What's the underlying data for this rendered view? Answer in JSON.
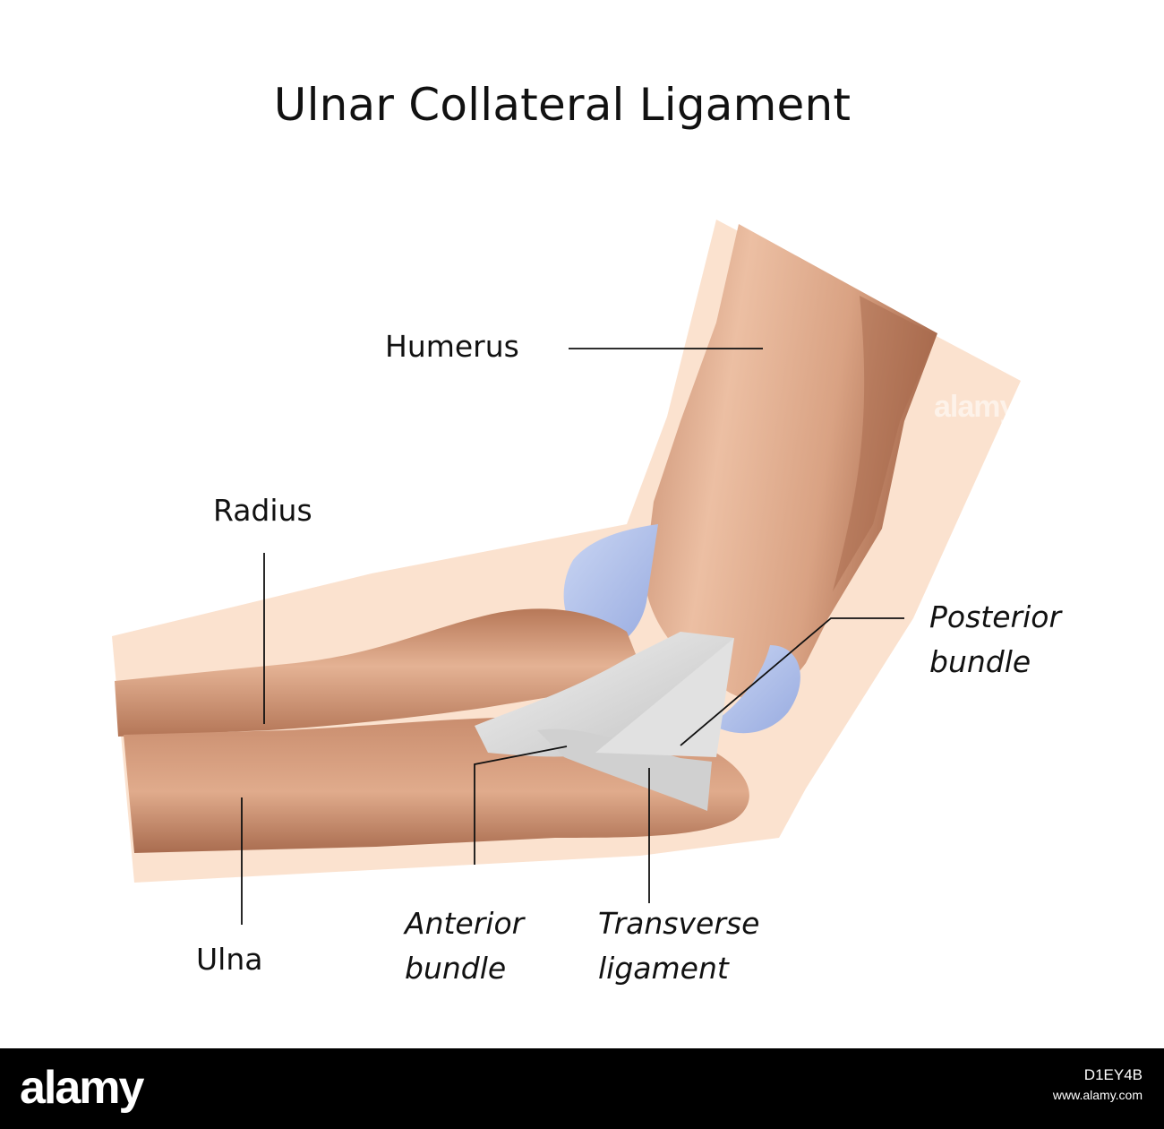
{
  "title": "Ulnar Collateral Ligament",
  "labels": {
    "humerus": "Humerus",
    "radius": "Radius",
    "ulna": "Ulna",
    "posterior_bundle": [
      "Posterior",
      "bundle"
    ],
    "anterior_bundle": [
      "Anterior",
      "bundle"
    ],
    "transverse_ligament": [
      "Transverse",
      "ligament"
    ]
  },
  "watermark": "alamy",
  "footer": {
    "brand": "alamy",
    "image_id": "D1EY4B",
    "url": "www.alamy.com"
  },
  "colors": {
    "skin": "#fbe2cf",
    "bone": "#d9a283",
    "bone_shadow": "#a86a4d",
    "cartilage": "#b7c6ea",
    "ligament": "#d8d8d8",
    "footer_bg": "#000000"
  }
}
